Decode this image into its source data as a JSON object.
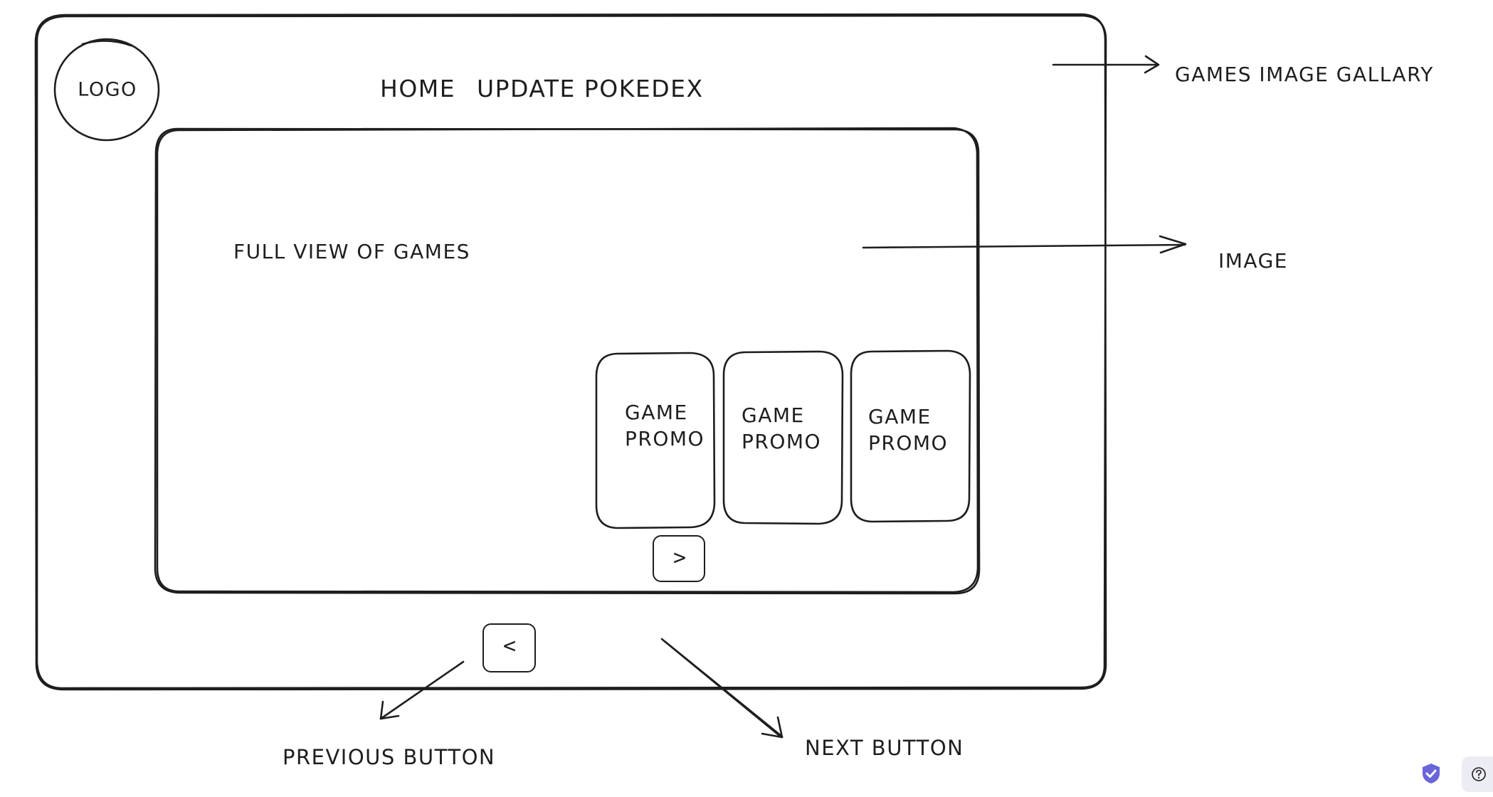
{
  "wireframe": {
    "logo_label": "LOGO",
    "nav": {
      "home": "HOME",
      "update_pokedex": "UPDATE POKEDEX"
    },
    "hero_text": "FULL VIEW OF GAMES",
    "promo_cards": [
      {
        "line1": "GAME",
        "line2": "PROMO"
      },
      {
        "line1": "GAME",
        "line2": "PROMO"
      },
      {
        "line1": "GAME",
        "line2": "PROMO"
      }
    ],
    "next_glyph": ">",
    "prev_glyph": "<"
  },
  "annotations": {
    "gallery": "GAMES IMAGE GALLARY",
    "image": "IMAGE",
    "previous_button": "PREVIOUS BUTTON",
    "next_button": "NEXT BUTTON"
  },
  "app_controls": {
    "shield_icon": "shield-check-icon",
    "help_icon": "help-icon",
    "accent_color": "#6965db"
  }
}
